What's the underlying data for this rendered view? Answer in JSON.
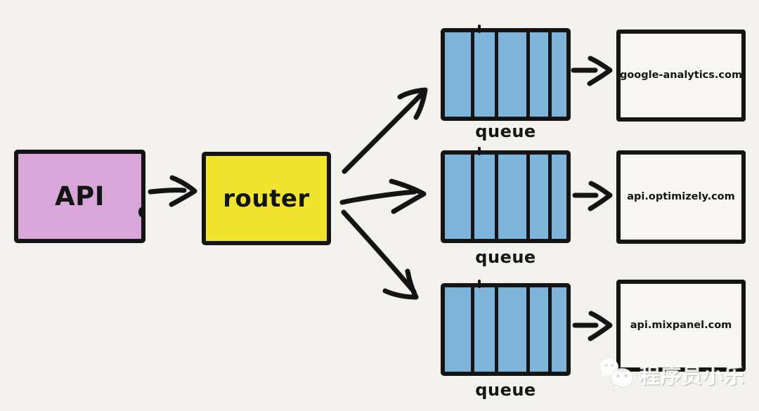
{
  "diagram": {
    "api": {
      "label": "API"
    },
    "router": {
      "label": "router"
    },
    "rows": [
      {
        "queue_label": "queue",
        "destination": "google-analytics.com"
      },
      {
        "queue_label": "queue",
        "destination": "api.optimizely.com"
      },
      {
        "queue_label": "queue",
        "destination": "api.mixpanel.com"
      }
    ],
    "queue_segments": 5
  },
  "watermark": {
    "text": "程序员小乐",
    "icon": "wechat-icon"
  },
  "colors": {
    "background": "#f2f1ee",
    "ink": "#141414",
    "api_fill": "#d9a6da",
    "router_fill": "#f0e431",
    "queue_fill": "#7fb4da",
    "box_fill": "#f7f6f3",
    "watermark": "#ffffff"
  }
}
